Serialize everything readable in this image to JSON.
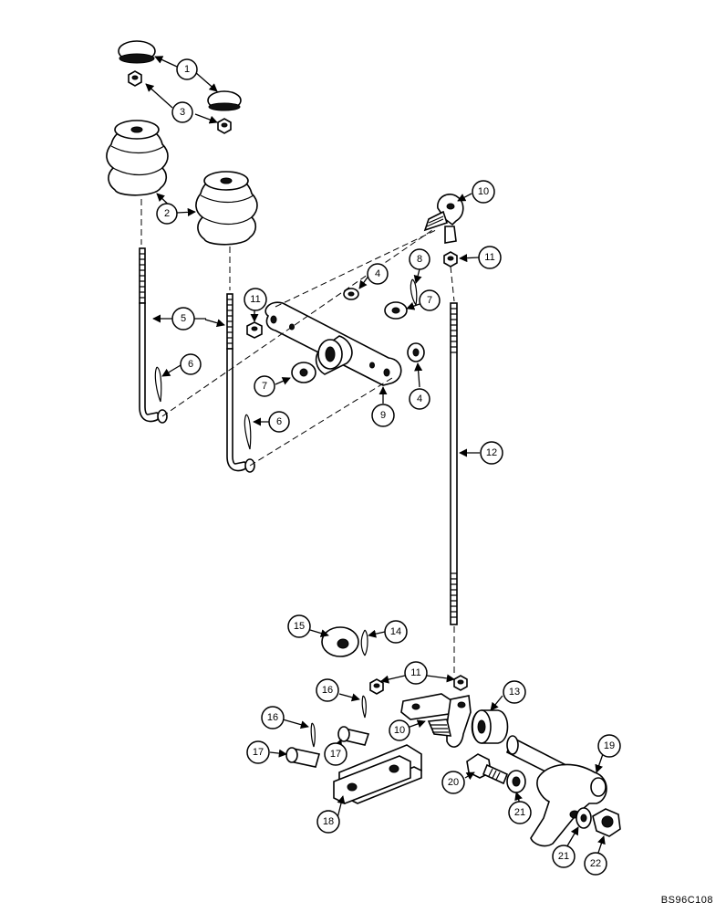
{
  "drawing_code": "BS96C108",
  "callouts": [
    "1",
    "3",
    "2",
    "10",
    "11",
    "8",
    "4",
    "7",
    "5",
    "11",
    "7",
    "6",
    "4",
    "9",
    "6",
    "12",
    "15",
    "14",
    "11",
    "13",
    "16",
    "16",
    "10",
    "17",
    "17",
    "20",
    "19",
    "18",
    "21",
    "21",
    "22"
  ]
}
